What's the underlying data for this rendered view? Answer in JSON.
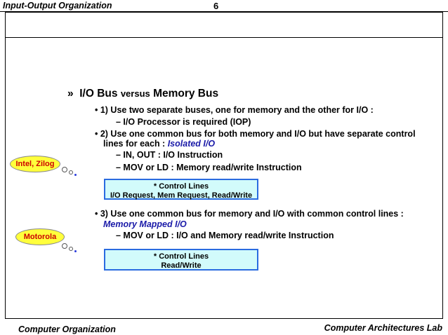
{
  "header": {
    "title": "Input-Output Organization",
    "page_number": "6"
  },
  "main": {
    "heading": {
      "marker": "»",
      "part1": "I/O Bus",
      "versus": "versus",
      "part2": "Memory Bus"
    },
    "item1": "• 1) Use two separate buses, one for memory and  the other for I/O :",
    "item1_sub": "– I/O Processor is required (IOP)",
    "item2_line1": "• 2) Use one common bus for both memory and I/O but have separate control",
    "item2_line2_prefix": "lines for each : ",
    "item2_line2_em": "Isolated I/O",
    "item2_sub1": "–  IN, OUT : I/O Instruction",
    "item2_sub2": "– MOV or LD : Memory read/write Instruction",
    "box1_line1": "* Control Lines",
    "box1_line2": "I/O Request, Mem Request, Read/Write",
    "item3_line1": "• 3) Use one common bus for memory and I/O with common control lines :",
    "item3_line2_em": "Memory Mapped I/O",
    "item3_sub1": "– MOV or  LD : I/O and Memory read/write Instruction",
    "box2_line1": "* Control Lines",
    "box2_line2": "Read/Write"
  },
  "callouts": {
    "first": "Intel, Zilog",
    "second": "Motorola"
  },
  "footer": {
    "left": "Computer Organization",
    "right": "Computer Architectures Lab"
  },
  "colors": {
    "box_fill": "#d2fbfb",
    "box_border": "#2a6be0",
    "callout_fill": "#ffff3c",
    "callout_text": "#cc0000",
    "emphasis": "#1a1aa8"
  }
}
